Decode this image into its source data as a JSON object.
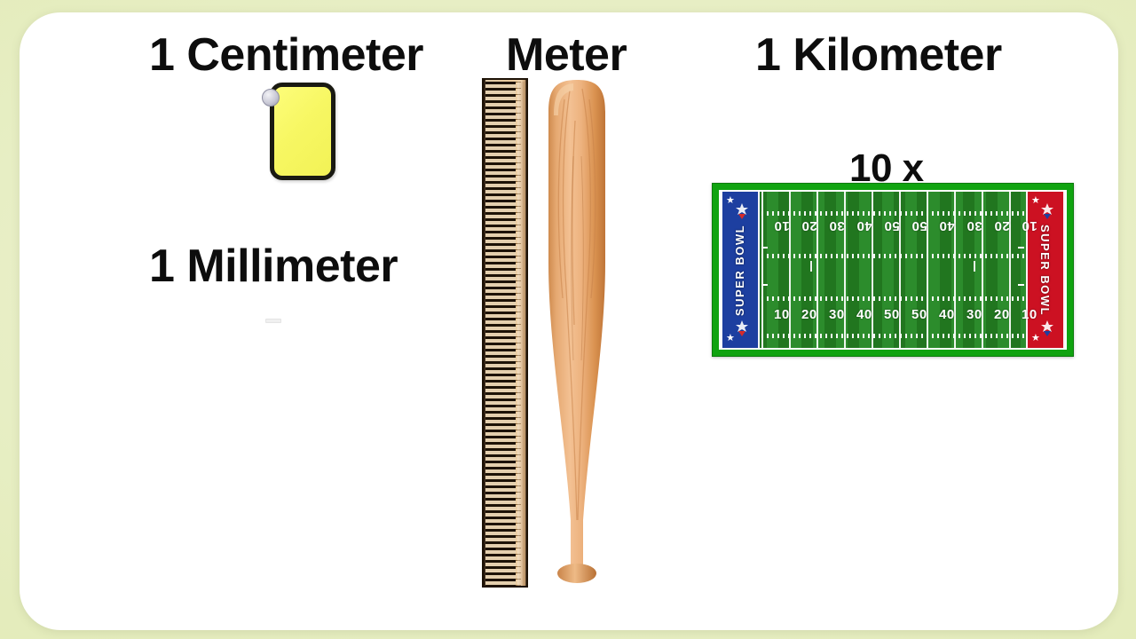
{
  "slide": {
    "background_color": "#e4ecbc",
    "card_color": "#ffffff"
  },
  "headings": {
    "centimeter": "1 Centimeter",
    "millimeter": "1 Millimeter",
    "meter": "Meter",
    "kilometer": "1 Kilometer",
    "multiplier": "10 x"
  },
  "objects": {
    "centimeter_object": {
      "name": "yellow-rounded-tile",
      "fill_color": "#f7f763",
      "outline_color": "#1a1a12"
    },
    "millimeter_object": {
      "name": "tiny-sliver",
      "fill_color": "#f0f0f0"
    },
    "meter_ruler": {
      "name": "wooden-meter-stick",
      "wood_color": "#e9c99c",
      "tick_color": "#1d1206"
    },
    "meter_bat": {
      "name": "baseball-bat",
      "wood_color": "#e2a469"
    },
    "kilometer_field": {
      "name": "american-football-field",
      "border_color": "#10a310",
      "turf_color": "#2c8c2c",
      "left_endzone_color": "#1d3fa0",
      "right_endzone_color": "#cc1122",
      "endzone_text": "SUPER BOWL",
      "star_glyph": "★",
      "yard_numbers_top": [
        "10",
        "20",
        "30",
        "40",
        "50",
        "50",
        "40",
        "30",
        "20",
        "10"
      ],
      "yard_numbers_bottom": [
        "10",
        "20",
        "30",
        "40",
        "50",
        "50",
        "40",
        "30",
        "20",
        "10"
      ]
    }
  }
}
